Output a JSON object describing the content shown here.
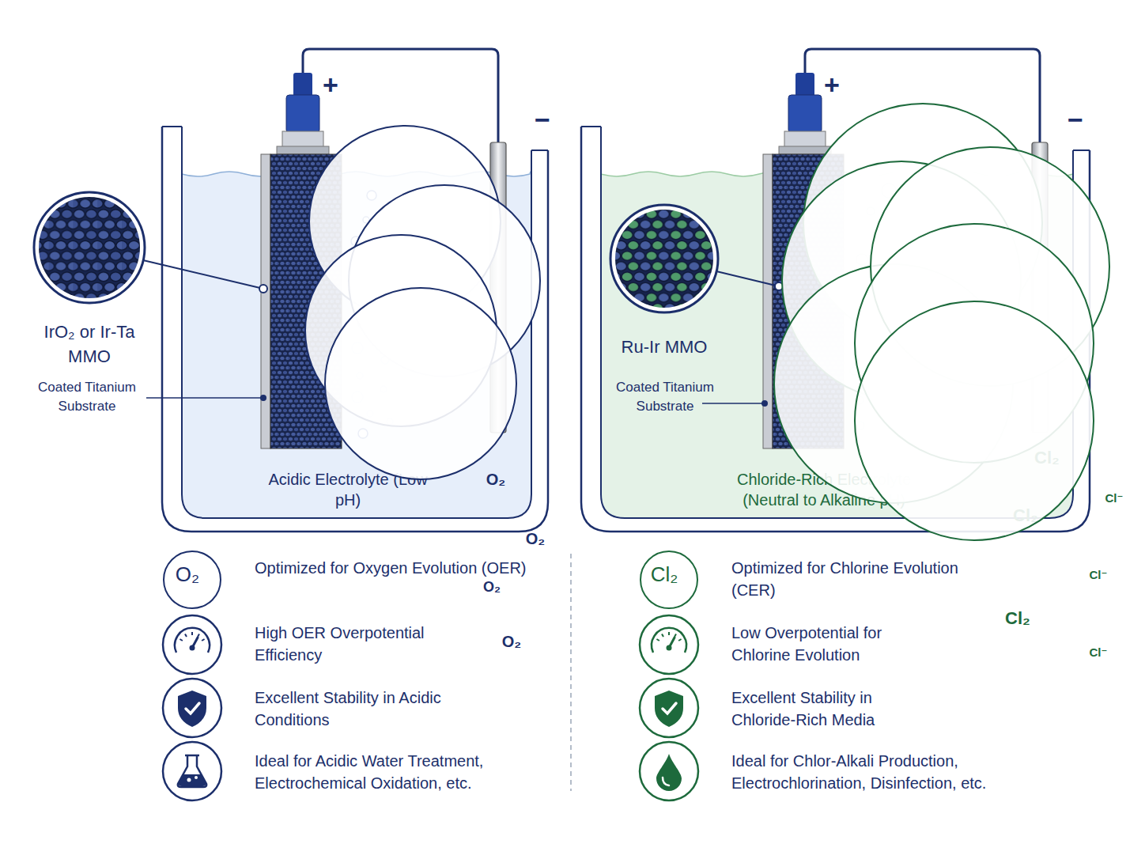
{
  "diagram": {
    "nodes": [
      {
        "text": [
          "Acidic Electrolyte (Low pH)"
        ]
      },
      {
        "text": [
          "O₂"
        ],
        "in": 0
      },
      {
        "text": [
          "O₂"
        ],
        "in": 0
      },
      {
        "text": [
          "O₂"
        ],
        "in": 0
      },
      {
        "text": [
          "O₂"
        ],
        "in": 0
      },
      {
        "text": [
          "Chloride-Rich Electrolyte (Neutral to Alkaline pH)"
        ]
      },
      {
        "text": [
          "Cl₂"
        ],
        "in": 5
      },
      {
        "text": [
          "Cl₂"
        ],
        "in": 5
      },
      {
        "text": [
          "Cl₂"
        ],
        "in": 5
      },
      {
        "text": [
          "Cl⁻"
        ],
        "in": 5
      },
      {
        "text": [
          "Cl⁻"
        ],
        "in": 5
      },
      {
        "text": [
          "Cl⁻"
        ],
        "in": 5
      },
      {
        "text": [
          "O₂"
        ]
      },
      {
        "text": [
          "Cl₂"
        ]
      }
    ],
    "labels": [
      "IrO₂ or Ir-Ta MMO",
      "Coated Titanium Substrate",
      "+",
      "−",
      "Ru-Ir MMO",
      "Coated Titanium Substrate",
      "+",
      "−",
      "Optimized for Oxygen Evolution (OER)",
      "High OER Overpotential Efficiency",
      "Excellent Stability in Acidic Conditions",
      "Ideal for Acidic Water Treatment, Electrochemical Oxidation, etc.",
      "Optimized for Chlorine Evolution (CER)",
      "Low Overpotential for Chlorine Evolution",
      "Excellent Stability in Chloride-Rich Media",
      "Ideal for Chlor-Alkali Production, Electrochlorination, Disinfection, etc."
    ]
  }
}
